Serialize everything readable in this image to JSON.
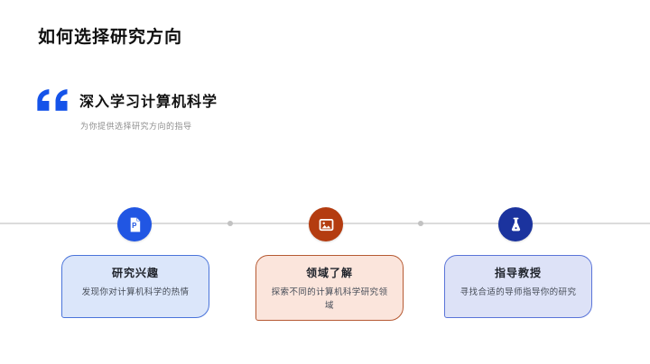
{
  "slide": {
    "title": "如何选择研究方向",
    "quote": {
      "heading": "深入学习计算机科学",
      "subtitle": "为你提供选择研究方向的指导"
    },
    "timeline": {
      "steps": [
        {
          "icon": "presentation-file-icon",
          "icon_letter": "P",
          "title": "研究兴趣",
          "description": "发现你对计算机科学的热情",
          "accent": "#2156e3",
          "card_bg": "#dbe6fa",
          "card_border": "#4a74da"
        },
        {
          "icon": "image-icon",
          "title": "领域了解",
          "description": "探索不同的计算机科学研究领域",
          "accent": "#b43c10",
          "card_bg": "#fbe5dc",
          "card_border": "#b65a33"
        },
        {
          "icon": "flask-icon",
          "title": "指导教授",
          "description": "寻找合适的导师指导你的研究",
          "accent": "#1b339e",
          "card_bg": "#dde2f7",
          "card_border": "#5a74d8"
        }
      ]
    }
  },
  "colors": {
    "quote_accent": "#1553e9",
    "timeline_line": "#dcdcdc",
    "timeline_dot": "#c2c2c2",
    "background": "#ffffff"
  }
}
